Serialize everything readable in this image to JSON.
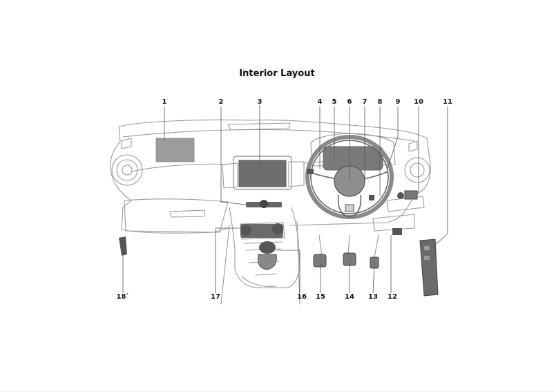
{
  "title": "Interior Layout",
  "callouts": {
    "c1": "1",
    "c2": "2",
    "c3": "3",
    "c4": "4",
    "c5": "5",
    "c6": "6",
    "c7": "7",
    "c8": "8",
    "c9": "9",
    "c10": "10",
    "c11": "11",
    "c12": "12",
    "c13": "13",
    "c14": "14",
    "c15": "15",
    "c16": "16",
    "c17": "17",
    "c18": "18`"
  }
}
